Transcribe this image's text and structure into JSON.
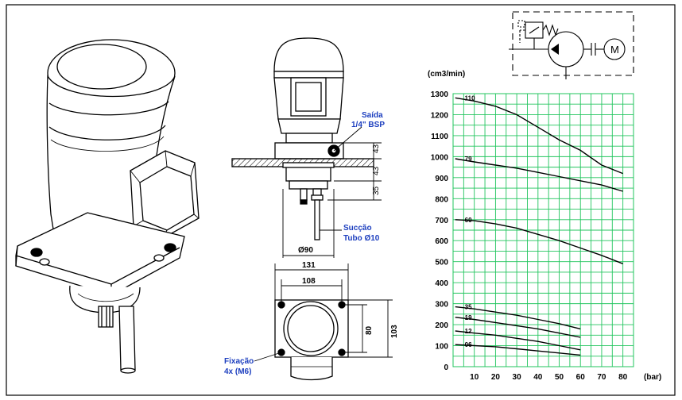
{
  "drawing": {
    "colors": {
      "line": "#000000",
      "grid": "#22c55e",
      "label_blue": "#1d3fbf",
      "background": "#ffffff"
    },
    "symbol": {
      "motor_label": "M"
    },
    "labels": {
      "outlet": [
        "Saída",
        "1/4\" BSP"
      ],
      "suction": [
        "Sucção",
        "Tubo Ø10"
      ],
      "fixing": [
        "Fixação",
        "4x (M6)"
      ]
    },
    "dimensions": {
      "d43a": "43",
      "d43b": "43",
      "d35": "35",
      "dia90": "Ø90",
      "w131": "131",
      "w108": "108",
      "h80": "80",
      "h103": "103"
    }
  },
  "chart_data": {
    "type": "line",
    "ylabel": "(cm3/min)",
    "xlabel": "(bar)",
    "xlim": [
      0,
      85
    ],
    "ylim": [
      0,
      1300
    ],
    "xticks": [
      10,
      20,
      30,
      40,
      50,
      60,
      70,
      80
    ],
    "yticks": [
      0,
      100,
      200,
      300,
      400,
      500,
      600,
      700,
      800,
      900,
      1000,
      1100,
      1200,
      1300
    ],
    "grid": true,
    "series": [
      {
        "name": "110",
        "x": [
          1,
          10,
          20,
          30,
          40,
          50,
          60,
          70,
          80
        ],
        "y": [
          1280,
          1265,
          1240,
          1200,
          1140,
          1080,
          1030,
          960,
          920
        ]
      },
      {
        "name": "79",
        "x": [
          1,
          10,
          20,
          30,
          40,
          50,
          60,
          70,
          80
        ],
        "y": [
          990,
          975,
          960,
          945,
          925,
          905,
          885,
          865,
          835
        ]
      },
      {
        "name": "60",
        "x": [
          1,
          10,
          20,
          30,
          40,
          50,
          60,
          70,
          80
        ],
        "y": [
          700,
          695,
          680,
          660,
          630,
          600,
          565,
          530,
          490
        ]
      },
      {
        "name": "35",
        "x": [
          1,
          10,
          20,
          30,
          40,
          50,
          60
        ],
        "y": [
          285,
          275,
          260,
          245,
          225,
          205,
          180
        ]
      },
      {
        "name": "19",
        "x": [
          1,
          10,
          20,
          30,
          40,
          50,
          60
        ],
        "y": [
          235,
          225,
          210,
          195,
          180,
          160,
          140
        ]
      },
      {
        "name": "12",
        "x": [
          1,
          10,
          20,
          30,
          40,
          50,
          60
        ],
        "y": [
          170,
          160,
          150,
          135,
          120,
          100,
          80
        ]
      },
      {
        "name": "06",
        "x": [
          1,
          10,
          20,
          30,
          40,
          50,
          60
        ],
        "y": [
          105,
          100,
          95,
          85,
          75,
          65,
          55
        ]
      }
    ]
  }
}
